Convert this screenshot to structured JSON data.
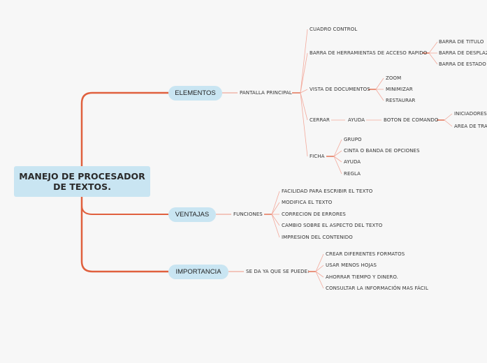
{
  "root": {
    "title": "MANEJO DE PROCESADOR DE TEXTOS."
  },
  "branches": {
    "elementos": {
      "label": "ELEMENTOS",
      "sub": "PANTALLA PRINCIPAL",
      "children": {
        "cuadro": "CUADRO CONTROL",
        "barra_herr": "BARRA DE HERRAMIENTAS DE ACCESO RAPIDO",
        "barra_titulo": "BARRA DE TITULO",
        "barra_desplaz": "BARRA DE DESPLAZA",
        "barra_estado": "BARRA DE ESTADO",
        "vista": "VISTA DE DOCUMENTOS",
        "zoom": "ZOOM",
        "minimizar": "MINIMIZAR",
        "restaurar": "RESTAURAR",
        "cerrar": "CERRAR",
        "ayuda": "AYUDA",
        "boton": "BOTON DE COMANDO",
        "iniciadores": "INICIADORES",
        "area": "AREA DE TRAB",
        "ficha": "FICHA",
        "grupo": "GRUPO",
        "cinta": "CINTA O BANDA DE OPCIONES",
        "ficha_ayuda": "AYUDA",
        "regla": "REGLA"
      }
    },
    "ventajas": {
      "label": "VENTAJAS",
      "sub": "FUNCIONES",
      "children": [
        "FACILIDAD PARA ESCRIBIR EL TEXTO",
        "MODIFICA EL TEXTO",
        "CORRECION DE ERRORES",
        "CAMBIO SOBRE EL ASPECTO DEL TEXTO",
        "IMPRESION DEL CONTENIDO"
      ]
    },
    "importancia": {
      "label": "IMPORTANCIA",
      "sub": "SE DA YA QUE SE PUEDE:",
      "children": [
        "CREAR DIFERENTES FORMATOS",
        "USAR MENOS HOJAS",
        "AHORRAR TIEMPO Y DINERO.",
        "CONSULTAR LA INFORMACIÓN MAS FÁCIL"
      ]
    }
  },
  "colors": {
    "node_fill": "#c9e5f2",
    "trunk": "#e0603e",
    "branch": "#ee9583",
    "leaf": "#f3a99b"
  }
}
